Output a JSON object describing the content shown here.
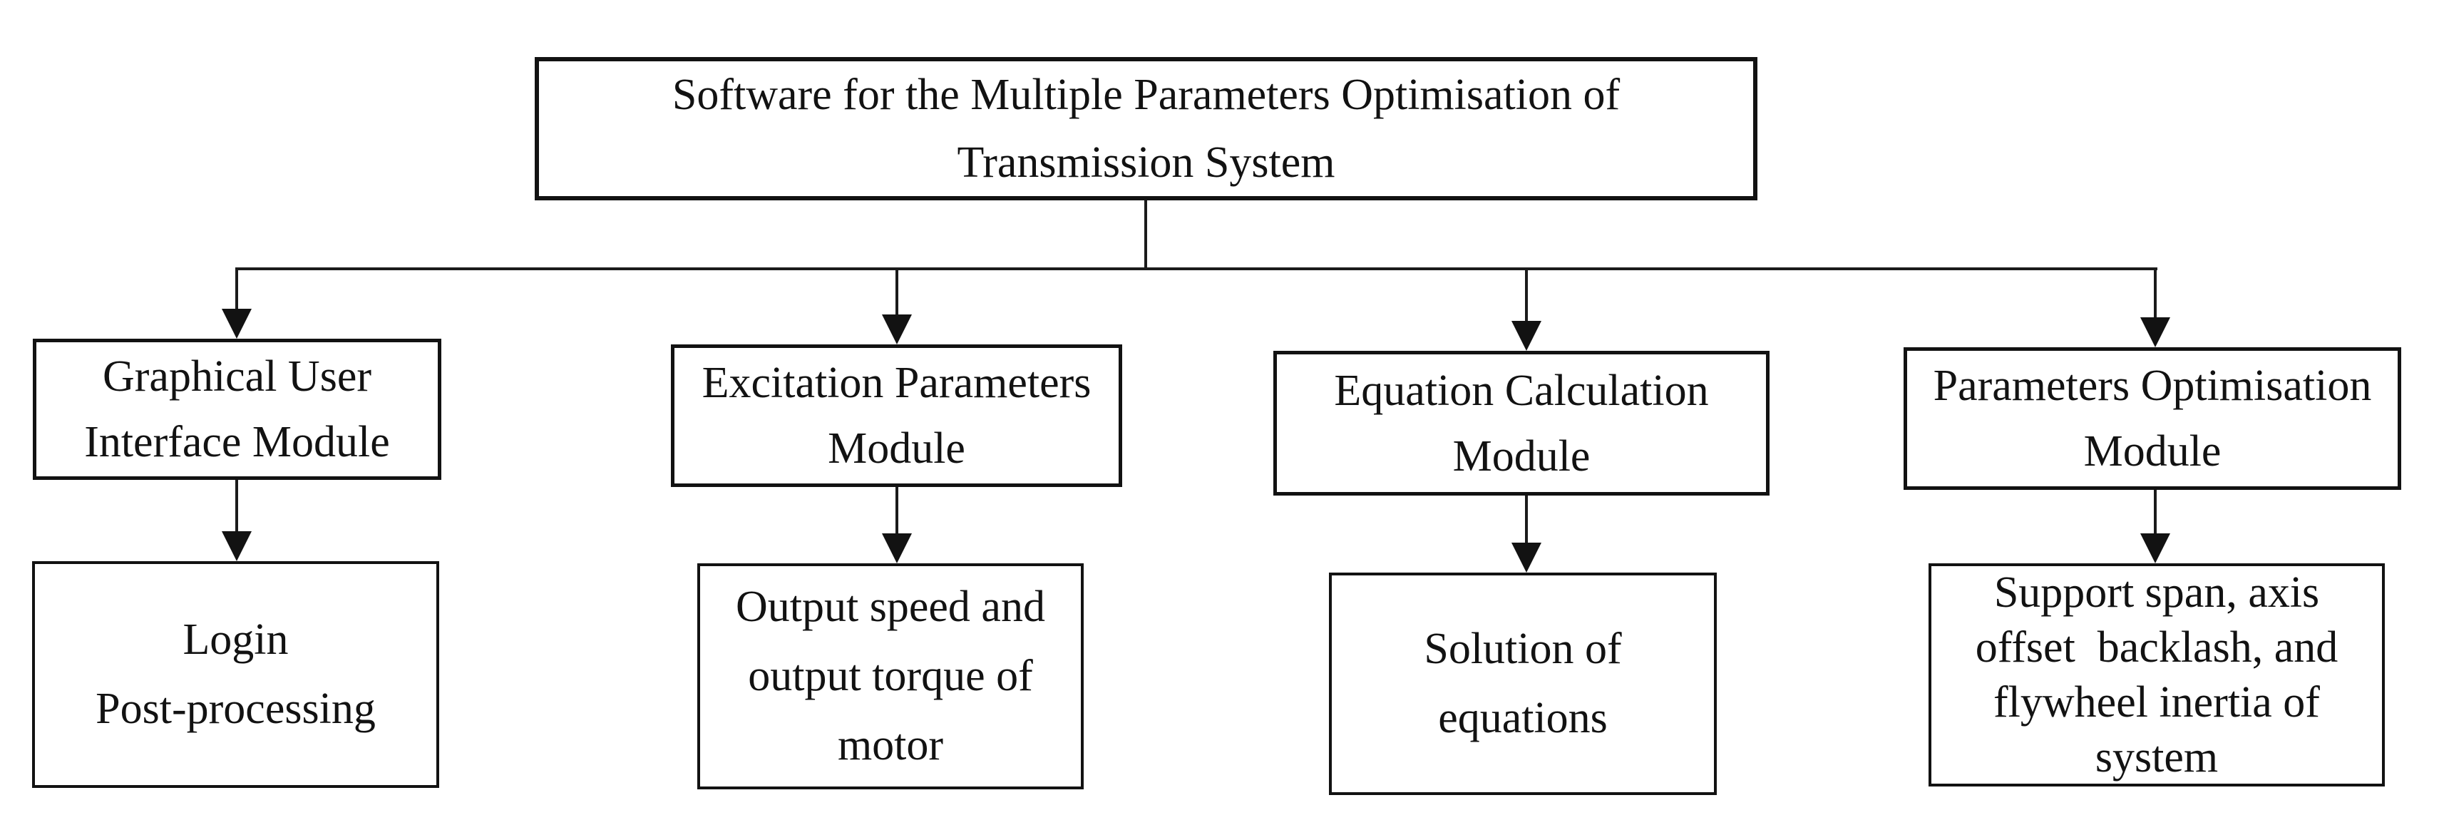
{
  "diagram": {
    "type": "flowchart",
    "colors": {
      "background": "#ffffff",
      "line": "#1b1b1b",
      "text": "#121212"
    },
    "root": {
      "lines": [
        "Software for the Multiple Parameters Optimisation of",
        "Transmission System"
      ]
    },
    "columns": [
      {
        "module_lines": [
          "Graphical User",
          "Interface Module"
        ],
        "sub_lines": [
          "Login",
          "Post-processing"
        ]
      },
      {
        "module_lines": [
          "Excitation Parameters",
          "Module"
        ],
        "sub_lines": [
          "Output speed and",
          "output torque of",
          "motor"
        ]
      },
      {
        "module_lines": [
          "Equation Calculation",
          "Module"
        ],
        "sub_lines": [
          "Solution of",
          "equations"
        ]
      },
      {
        "module_lines": [
          "Parameters Optimisation",
          "Module"
        ],
        "sub_lines": [
          "Support span, axis",
          "offset  backlash, and",
          "flywheel inertia of",
          "system"
        ]
      }
    ]
  }
}
